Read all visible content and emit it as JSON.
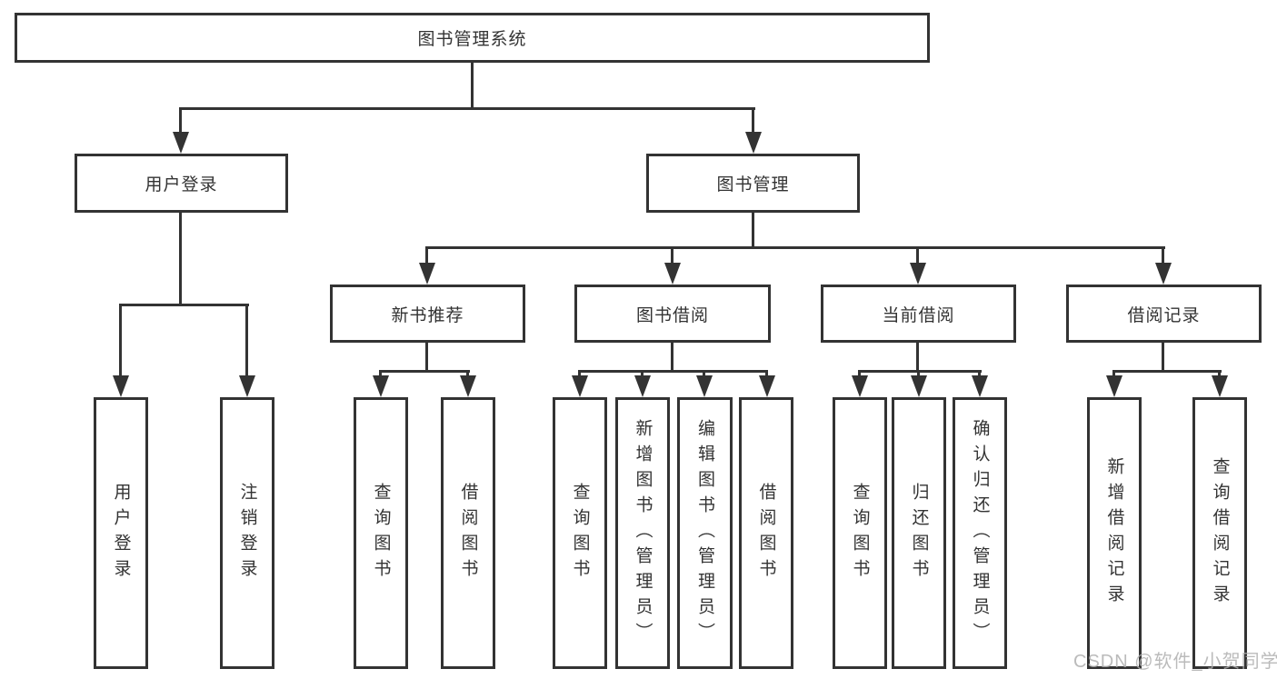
{
  "diagram": {
    "root": {
      "label": "图书管理系统"
    },
    "branches": [
      {
        "label": "用户登录",
        "children": [
          {
            "label": "用户登录"
          },
          {
            "label": "注销登录"
          }
        ]
      },
      {
        "label": "图书管理",
        "children": [
          {
            "label": "新书推荐",
            "children": [
              {
                "label": "查询图书"
              },
              {
                "label": "借阅图书"
              }
            ]
          },
          {
            "label": "图书借阅",
            "children": [
              {
                "label": "查询图书"
              },
              {
                "label": "新增图书（管理员）"
              },
              {
                "label": "编辑图书（管理员）"
              },
              {
                "label": "借阅图书"
              }
            ]
          },
          {
            "label": "当前借阅",
            "children": [
              {
                "label": "查询图书"
              },
              {
                "label": "归还图书"
              },
              {
                "label": "确认归还（管理员）"
              }
            ]
          },
          {
            "label": "借阅记录",
            "children": [
              {
                "label": "新增借阅记录"
              },
              {
                "label": "查询借阅记录"
              }
            ]
          }
        ]
      }
    ]
  },
  "watermark": {
    "text": "CSDN @软件_小贺同学"
  },
  "colors": {
    "line": "#333333",
    "background": "#ffffff",
    "watermark": "#afafaf"
  }
}
